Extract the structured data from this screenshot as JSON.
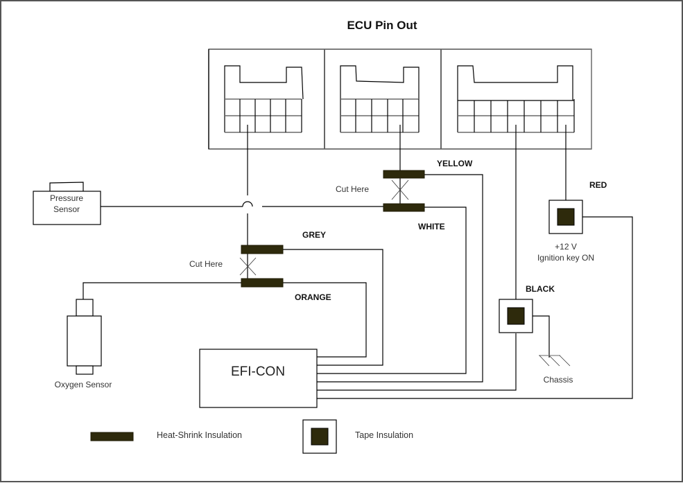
{
  "diagram": {
    "title": "ECU Pin Out",
    "colors": {
      "insulation": "#2e2a0c",
      "wire": "#000000",
      "connector_outline": "#6a6a6a",
      "background": "#ffffff"
    },
    "ecu": {
      "connectors": [
        {
          "name": "connector-1",
          "pins_per_row": 5,
          "rows": 2
        },
        {
          "name": "connector-2",
          "pins_per_row": 5,
          "rows": 2
        },
        {
          "name": "connector-3",
          "pins_per_row": 7,
          "rows": 2
        }
      ]
    },
    "wire_labels": {
      "yellow": "YELLOW",
      "white": "WHITE",
      "grey": "GREY",
      "orange": "ORANGE",
      "red": "RED",
      "black": "BLACK"
    },
    "annotations": {
      "cut_here_1": "Cut Here",
      "cut_here_2": "Cut Here",
      "red_line1": "+12 V",
      "red_line2": "Ignition key ON",
      "chassis": "Chassis"
    },
    "components": {
      "pressure_sensor_line1": "Pressure",
      "pressure_sensor_line2": "Sensor",
      "oxygen_sensor": "Oxygen Sensor",
      "efi_con": "EFI-CON"
    },
    "legend": {
      "heat_shrink": "Heat-Shrink Insulation",
      "tape": "Tape Insulation"
    }
  }
}
